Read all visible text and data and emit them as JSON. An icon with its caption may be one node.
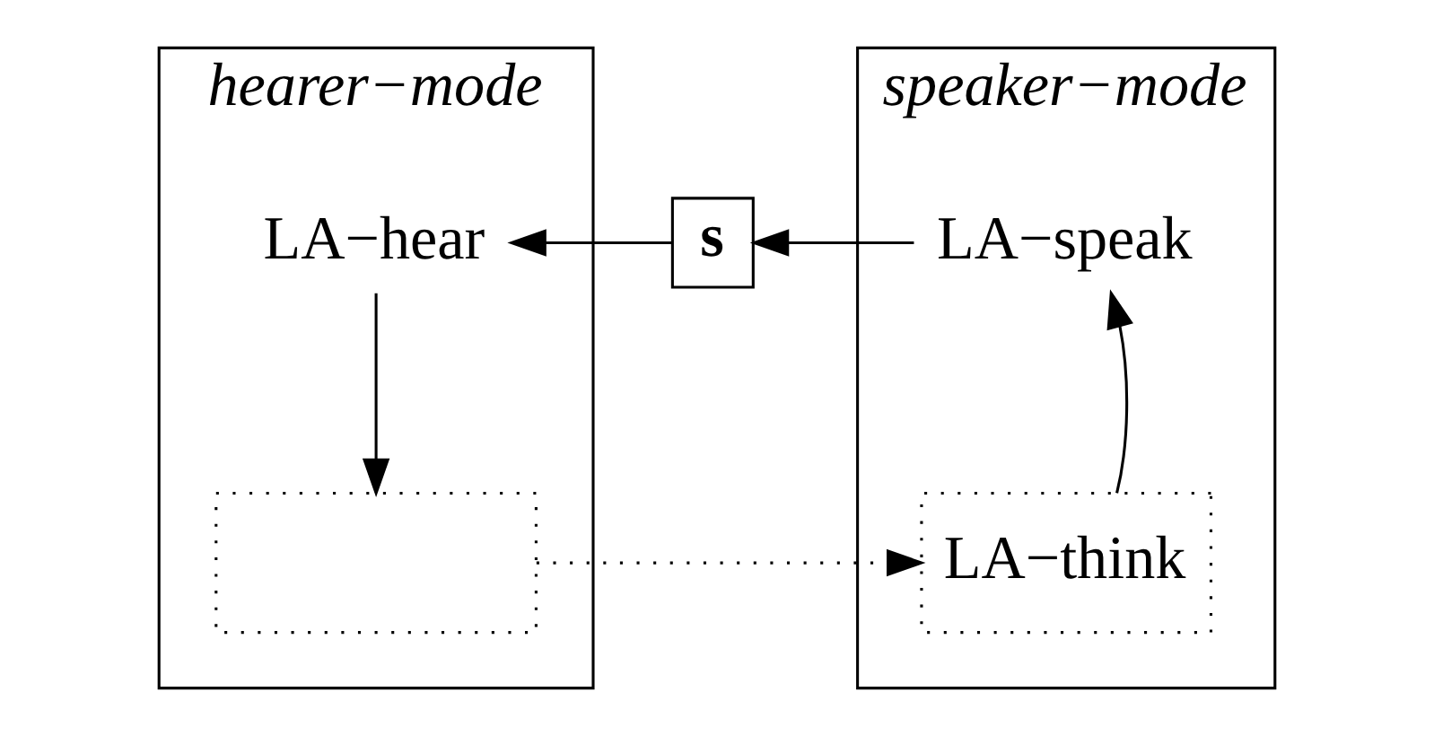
{
  "diagram": {
    "nodes": [
      {
        "text": [
          "hearer−mode"
        ]
      },
      {
        "text": [
          "LA−hear"
        ],
        "in": 0
      },
      {
        "text": [],
        "shape": "box",
        "in": 0
      },
      {
        "text": [
          "speaker−mode"
        ]
      },
      {
        "text": [
          "LA−speak"
        ],
        "in": 3
      },
      {
        "text": [
          "LA−think"
        ],
        "in": 3
      },
      {
        "text": [
          "s"
        ]
      }
    ],
    "edges": [
      {
        "from": 4,
        "to": 6,
        "arrow": "to"
      },
      {
        "from": 6,
        "to": 1,
        "arrow": "to"
      },
      {
        "from": 1,
        "to": 2,
        "arrow": "to"
      },
      {
        "from": 2,
        "to": 5,
        "arrow": "to",
        "style": "dashed"
      },
      {
        "from": 5,
        "to": 4,
        "arrow": "to"
      }
    ]
  }
}
